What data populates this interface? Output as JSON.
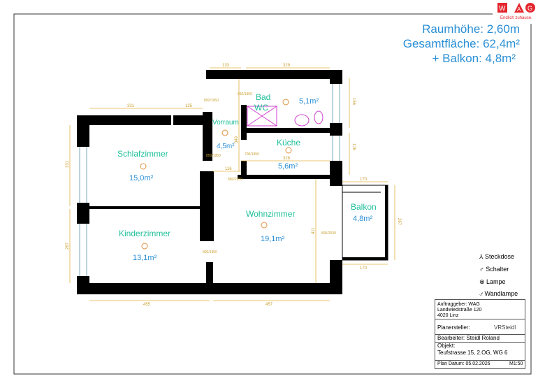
{
  "header": {
    "room_height": "Raumhöhe: 2,60m",
    "total_area": "Gesamtfläche: 62,4m²",
    "balcony_area": "+ Balkon: 4,8m²"
  },
  "logo": {
    "letters": [
      "W",
      "A",
      "G"
    ],
    "tagline": "Endlich zuhause.",
    "color": "#e3262e"
  },
  "rooms": [
    {
      "name": "Schlafzimmer",
      "area": "15,0m²"
    },
    {
      "name": "Kinderzimmer",
      "area": "13,1m²"
    },
    {
      "name": "Vorraum",
      "area": "4,5m²"
    },
    {
      "name": "Bad",
      "name2": "WC",
      "area": "5,1m²"
    },
    {
      "name": "Küche",
      "area": "5,6m²"
    },
    {
      "name": "Wohnzimmer",
      "area": "19,1m²"
    },
    {
      "name": "Balkon",
      "area": "4,8m²"
    }
  ],
  "dimensions": {
    "d133": "133",
    "d329": "329",
    "d331": "331",
    "d125": "125",
    "d156": "156",
    "d176": "176",
    "d331v": "331",
    "d267": "267",
    "d349": "349",
    "d116": "116",
    "d328": "328",
    "d170a": "170",
    "d170b": "170",
    "d267b": "267",
    "d411": "411",
    "d455": "455",
    "d457": "457"
  },
  "doors": [
    "850/1950",
    "850/1950",
    "700/1950",
    "850/1950",
    "800/1950",
    "800/2030",
    "850/1950"
  ],
  "legend": [
    "Steckdose",
    "Schalter",
    "Lampe",
    "Wandlampe"
  ],
  "title_block": {
    "client": "Auftraggeber: WAG",
    "street": "Landwiedstraße 120",
    "city": "4020 Linz",
    "planner_label": "Planersteller:",
    "planner_logo": "VRSteidl",
    "editor": "Bearbeiter: Steidl Roland",
    "object_label": "Objekt:",
    "object": "Teufstrasse 15, 2.OG, WG 6",
    "date": "Plan Datum: 05.02.2026",
    "scale": "M1:50"
  },
  "colors": {
    "room": "#1fbf9a",
    "area": "#2a8fd6",
    "dim": "#e0b040",
    "fixture": "#d040d0"
  }
}
